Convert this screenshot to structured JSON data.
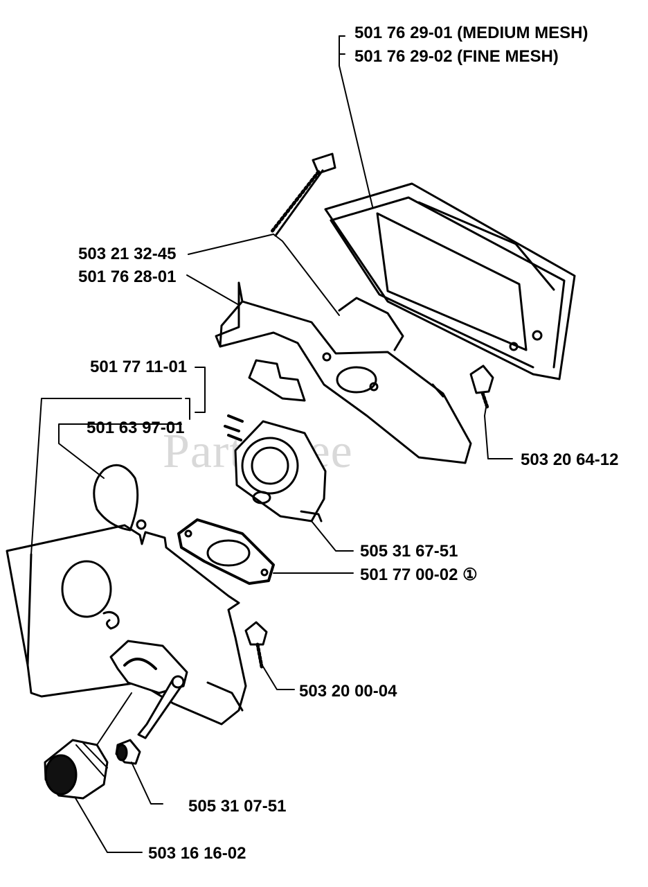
{
  "watermark": "PartsTree",
  "labels": {
    "filter_medium": "501 76 29-01 (MEDIUM MESH)",
    "filter_fine": "501 76 29-02 (FINE MESH)",
    "screw_long": "503 21 32-45",
    "filter_holder": "501 76 28-01",
    "kit_a": "501 77 11-01",
    "kit_b": "501 63 97-01",
    "screw_right": "503 20 64-12",
    "carburetor": "505 31 67-51",
    "gasket": "501 77 00-02 ①",
    "screw_bottom": "503 20 00-04",
    "sleeve": "505 31 07-51",
    "knob": "503 16 16-02"
  }
}
